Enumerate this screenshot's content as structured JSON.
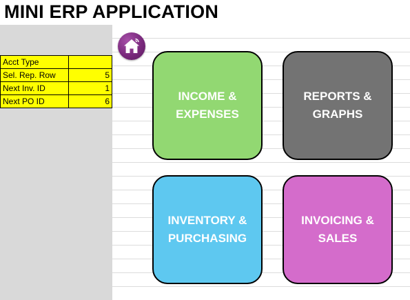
{
  "app": {
    "title": "MINI ERP APPLICATION"
  },
  "variables": [
    {
      "label": "Acct Type",
      "value": ""
    },
    {
      "label": "Sel. Rep. Row",
      "value": "5"
    },
    {
      "label": "Next Inv. ID",
      "value": "1"
    },
    {
      "label": "Next PO ID",
      "value": "6"
    }
  ],
  "home_button": {
    "icon": "home-icon",
    "color": "#7a2a7d"
  },
  "tiles": [
    {
      "label": "INCOME &\nEXPENSES",
      "color": "#92d872"
    },
    {
      "label": "REPORTS &\nGRAPHS",
      "color": "#737373"
    },
    {
      "label": "INVENTORY &\nPURCHASING",
      "color": "#5ec8f0"
    },
    {
      "label": "INVOICING &\nSALES",
      "color": "#d46ccb"
    }
  ]
}
